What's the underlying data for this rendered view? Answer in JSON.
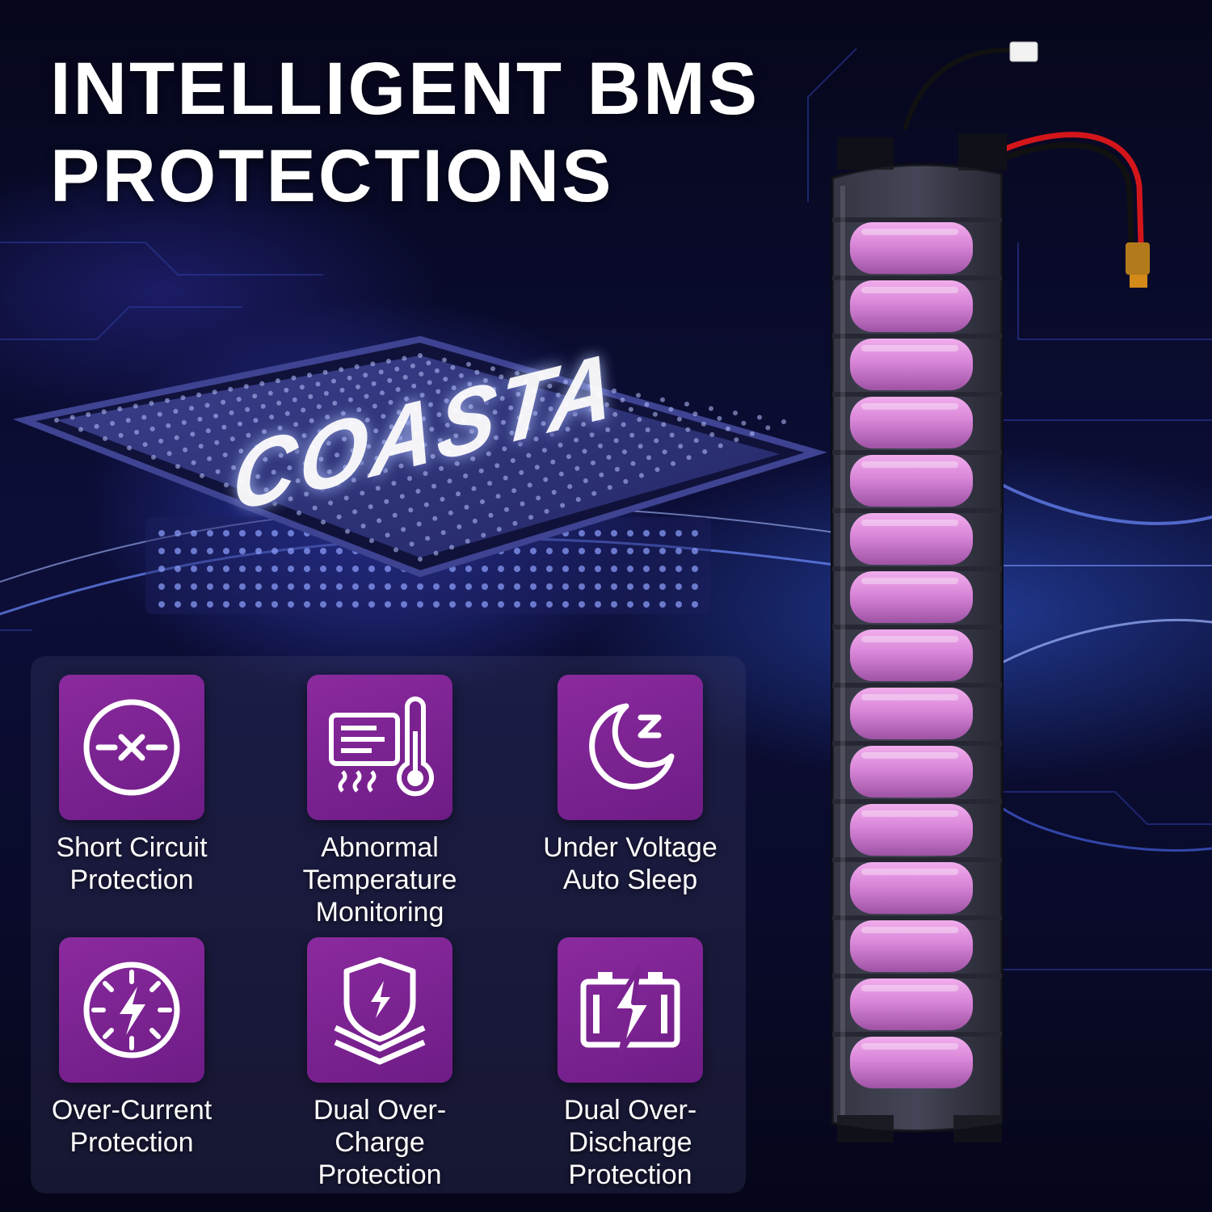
{
  "headline": {
    "line1": "INTELLIGENT BMS",
    "line2": "PROTECTIONS"
  },
  "chip": {
    "brand": "COASTA"
  },
  "features": [
    {
      "icon": "short-circuit-icon",
      "label": "Short Circuit Protection"
    },
    {
      "icon": "thermometer-icon",
      "label": "Abnormal Temperature Monitoring"
    },
    {
      "icon": "moon-sleep-icon",
      "label": "Under Voltage Auto Sleep"
    },
    {
      "icon": "lightning-circle-icon",
      "label": "Over-Current Protection"
    },
    {
      "icon": "shield-charge-icon",
      "label": "Dual Over-Charge Protection"
    },
    {
      "icon": "battery-discharge-icon",
      "label": "Dual Over-Discharge Protection"
    }
  ],
  "colors": {
    "icon_tile": "#7a2290",
    "cell": "#d77fd6",
    "background": "#0a0b2a"
  }
}
